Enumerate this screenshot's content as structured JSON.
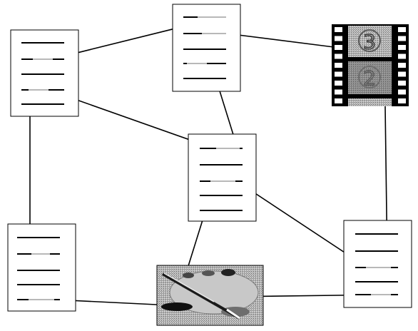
{
  "diagram": {
    "nodes": [
      {
        "id": "doc-top-left",
        "kind": "document",
        "lines": 5
      },
      {
        "id": "doc-top-center",
        "kind": "document",
        "lines": 5
      },
      {
        "id": "film-strip",
        "kind": "video",
        "frame_labels": [
          "3",
          "2"
        ]
      },
      {
        "id": "doc-center",
        "kind": "document",
        "lines": 5
      },
      {
        "id": "doc-bottom-left",
        "kind": "document",
        "lines": 5
      },
      {
        "id": "palette-image",
        "kind": "image"
      },
      {
        "id": "doc-bottom-right",
        "kind": "document",
        "lines": 5
      }
    ],
    "links": [
      {
        "from": "doc-top-left",
        "to": "doc-top-center"
      },
      {
        "from": "doc-top-center",
        "to": "film-strip"
      },
      {
        "from": "doc-top-left",
        "to": "doc-center"
      },
      {
        "from": "doc-top-center",
        "to": "doc-center"
      },
      {
        "from": "doc-top-left",
        "to": "doc-bottom-left"
      },
      {
        "from": "doc-center",
        "to": "palette-image"
      },
      {
        "from": "doc-center",
        "to": "doc-bottom-right"
      },
      {
        "from": "film-strip",
        "to": "doc-bottom-right"
      },
      {
        "from": "doc-bottom-left",
        "to": "palette-image"
      },
      {
        "from": "palette-image",
        "to": "doc-bottom-right"
      }
    ]
  },
  "colors": {
    "ink": "#000000",
    "page": "#ffffff",
    "link_anchor": "#b8b8b8",
    "film_frame": "#9a9a9a",
    "palette_bg": "#a8a8a8"
  }
}
